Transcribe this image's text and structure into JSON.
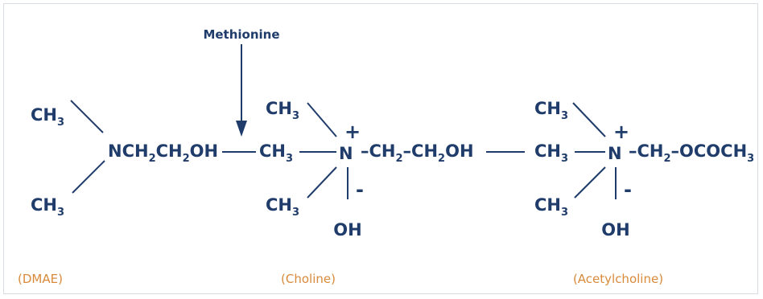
{
  "diagram": {
    "arrow_label": "Methionine",
    "captions": {
      "dmae": "(DMAE)",
      "choline": "(Choline)",
      "acetylcholine": "(Acetylcholine)"
    },
    "atoms": {
      "ch": "CH",
      "sub3": "3",
      "sub2": "2",
      "nch": "NCH",
      "oh": "OH",
      "n": "N",
      "plus": "+",
      "minus": "-",
      "ococh": "OCOCH"
    },
    "colors": {
      "structure": "#1f3c6a",
      "captions": "#d98a3a",
      "frame": "#d8dde4"
    }
  }
}
